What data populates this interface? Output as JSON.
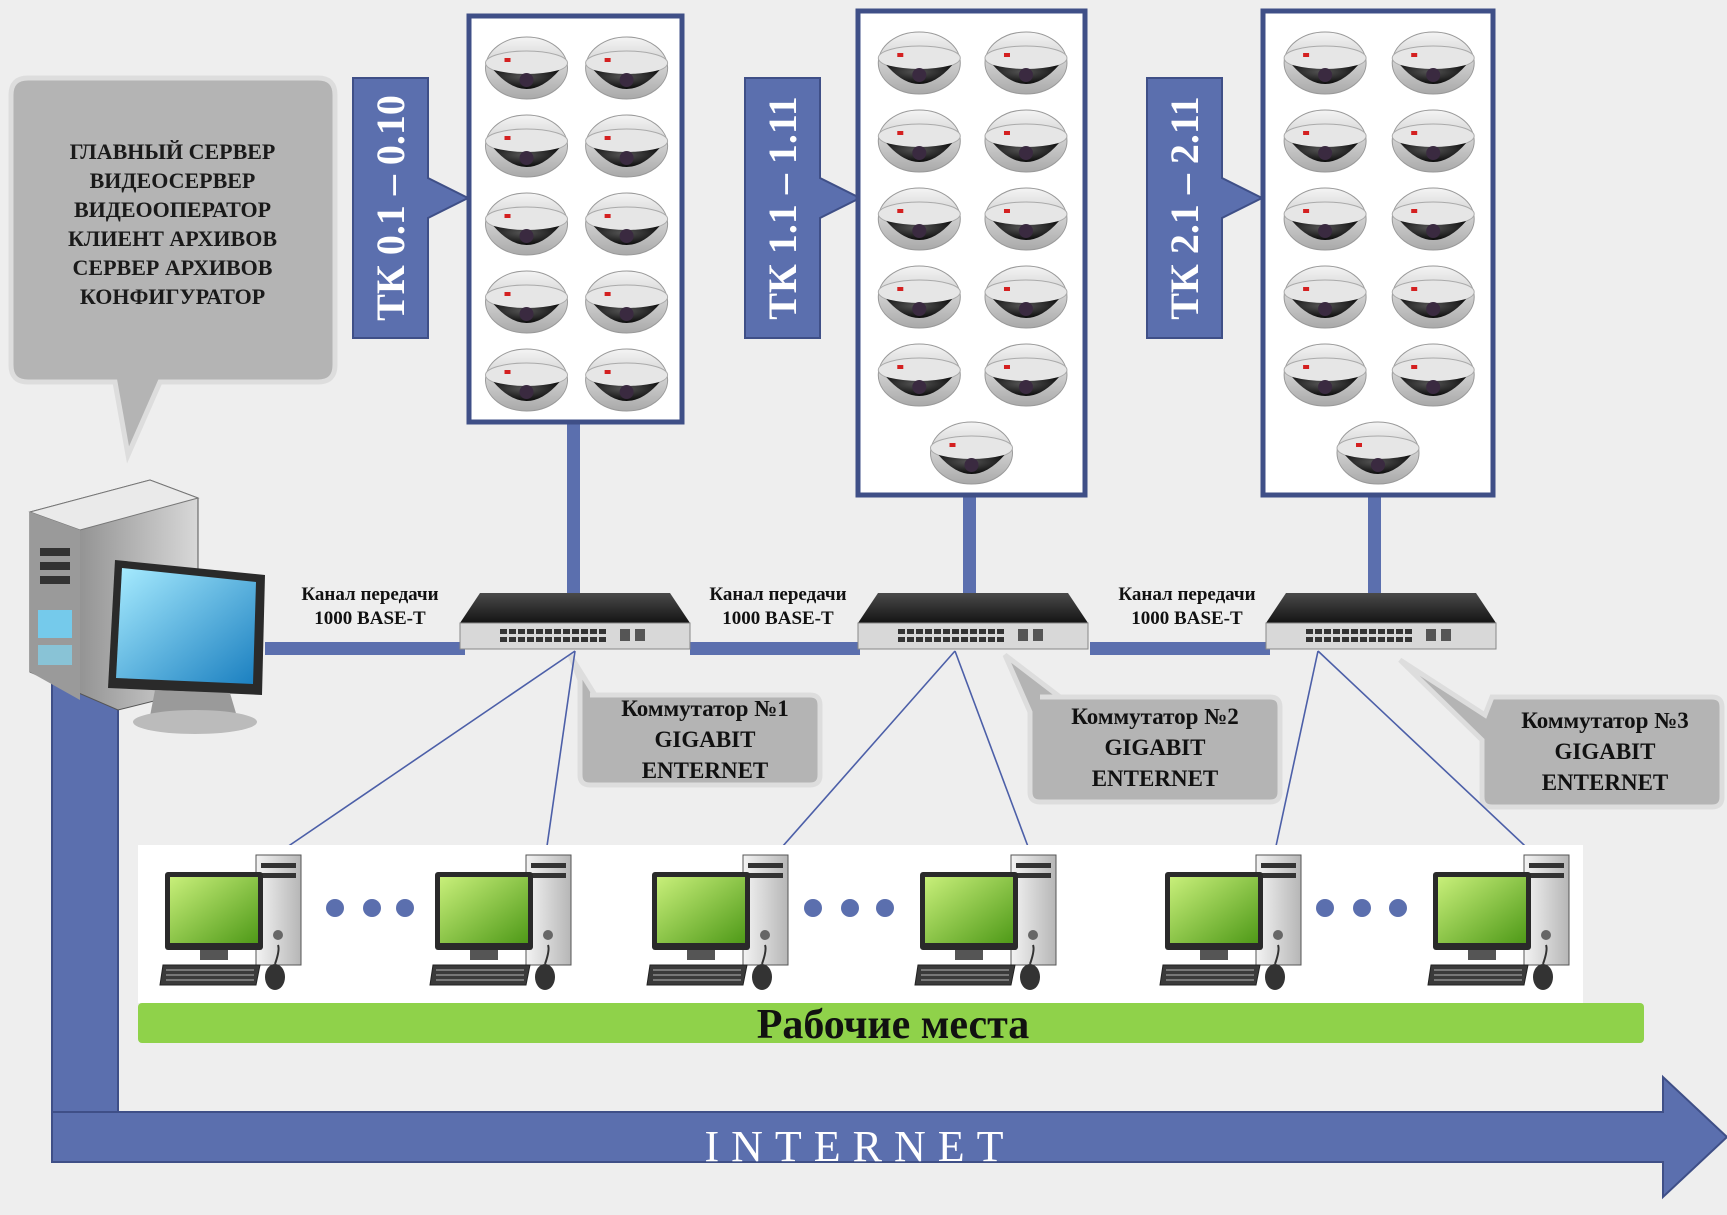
{
  "server_bubble": {
    "lines": [
      "ГЛАВНЫЙ СЕРВЕР",
      "ВИДЕОСЕРВЕР",
      "ВИДЕООПЕРАТОР",
      "КЛИЕНТ АРХИВОВ",
      "СЕРВЕР АРХИВОВ",
      "КОНФИГУРАТОР"
    ]
  },
  "camera_groups": [
    {
      "label": "ТК 0.1 – 0.10",
      "count": 10
    },
    {
      "label": "ТК 1.1 – 1.11",
      "count": 11
    },
    {
      "label": "ТК 2.1 – 2.11",
      "count": 11
    }
  ],
  "links": [
    {
      "line1": "Канал передачи",
      "line2": "1000 BASE-T"
    },
    {
      "line1": "Канал передачи",
      "line2": "1000 BASE-T"
    },
    {
      "line1": "Канал передачи",
      "line2": "1000 BASE-T"
    }
  ],
  "switches": [
    {
      "line1": "Коммутатор №1",
      "line2": "GIGABIT",
      "line3": "ENTERNET"
    },
    {
      "line1": "Коммутатор №2",
      "line2": "GIGABIT",
      "line3": "ENTERNET"
    },
    {
      "line1": "Коммутатор №3",
      "line2": "GIGABIT",
      "line3": "ENTERNET"
    }
  ],
  "workplaces_label": "Рабочие места",
  "internet_label": "INTERNET",
  "colors": {
    "accent_blue": "#5b6fae",
    "bubble_grey": "#b4b4b4",
    "workplace_bar": "#8fd24a",
    "monitor_green": "#7cc233"
  }
}
